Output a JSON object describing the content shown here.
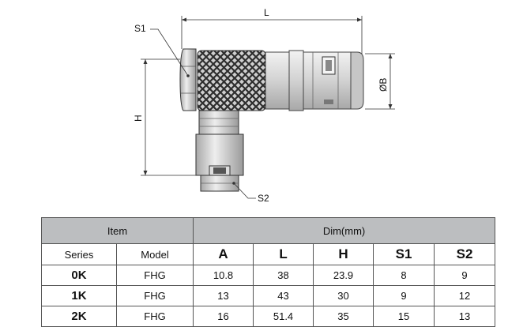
{
  "drawing": {
    "labels": {
      "L": "L",
      "S1": "S1",
      "H": "H",
      "B": "ØB",
      "S2": "S2"
    }
  },
  "table": {
    "header": {
      "item": "Item",
      "dim": "Dim(mm)"
    },
    "columns": [
      "Series",
      "Model",
      "A",
      "L",
      "H",
      "S1",
      "S2"
    ],
    "rows": [
      {
        "series": "0K",
        "model": "FHG",
        "A": "10.8",
        "L": "38",
        "H": "23.9",
        "S1": "8",
        "S2": "9"
      },
      {
        "series": "1K",
        "model": "FHG",
        "A": "13",
        "L": "43",
        "H": "30",
        "S1": "9",
        "S2": "12"
      },
      {
        "series": "2K",
        "model": "FHG",
        "A": "16",
        "L": "51.4",
        "H": "35",
        "S1": "15",
        "S2": "13"
      }
    ]
  },
  "colors": {
    "header_bg": "#bcbec0",
    "metal": "#d9d9d9",
    "knurl": "#3a3a3a"
  }
}
